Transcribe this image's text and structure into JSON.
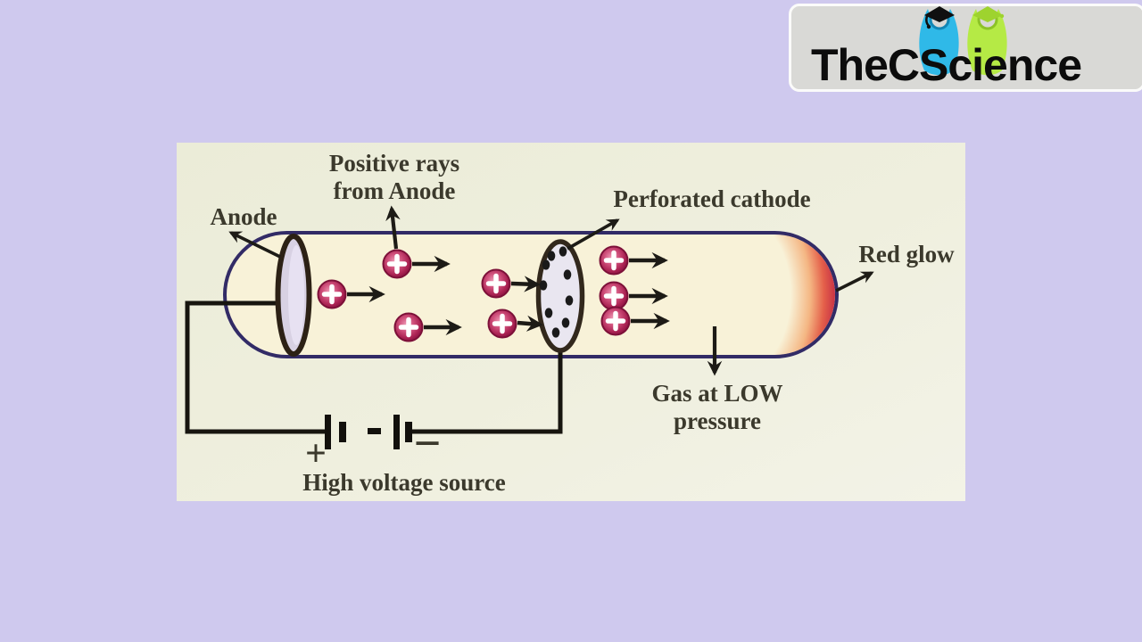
{
  "logo": {
    "title": "TheCScience",
    "icons": [
      "graduate-figure-blue-icon",
      "graduate-figure-green-icon"
    ],
    "colors": {
      "box_bg": "#d9d9d6",
      "figure_blue": "#2fb9e8",
      "figure_green": "#b5ea45",
      "text": "#0c0c0c"
    }
  },
  "diagram": {
    "title_context": "Production of positive rays in a discharge tube",
    "labels": {
      "positive_rays_line1": "Positive rays",
      "positive_rays_line2": "from Anode",
      "anode": "Anode",
      "perforated_cathode": "Perforated cathode",
      "red_glow": "Red glow",
      "gas_line1": "Gas at LOW",
      "gas_line2": "pressure",
      "high_voltage_source": "High voltage source",
      "battery_positive": "+",
      "battery_negative": "−"
    },
    "ion_symbol": "+",
    "ion_count": 8,
    "colors": {
      "page_background": "#cfc9ee",
      "panel_background": "#edeedb",
      "tube_fill": "#f8f2d8",
      "tube_outline": "#322b66",
      "ion_crimson": "#a81e4c",
      "glow_red": "#c42c45",
      "wire_black": "#17150f",
      "label_text": "#3b392c"
    }
  }
}
